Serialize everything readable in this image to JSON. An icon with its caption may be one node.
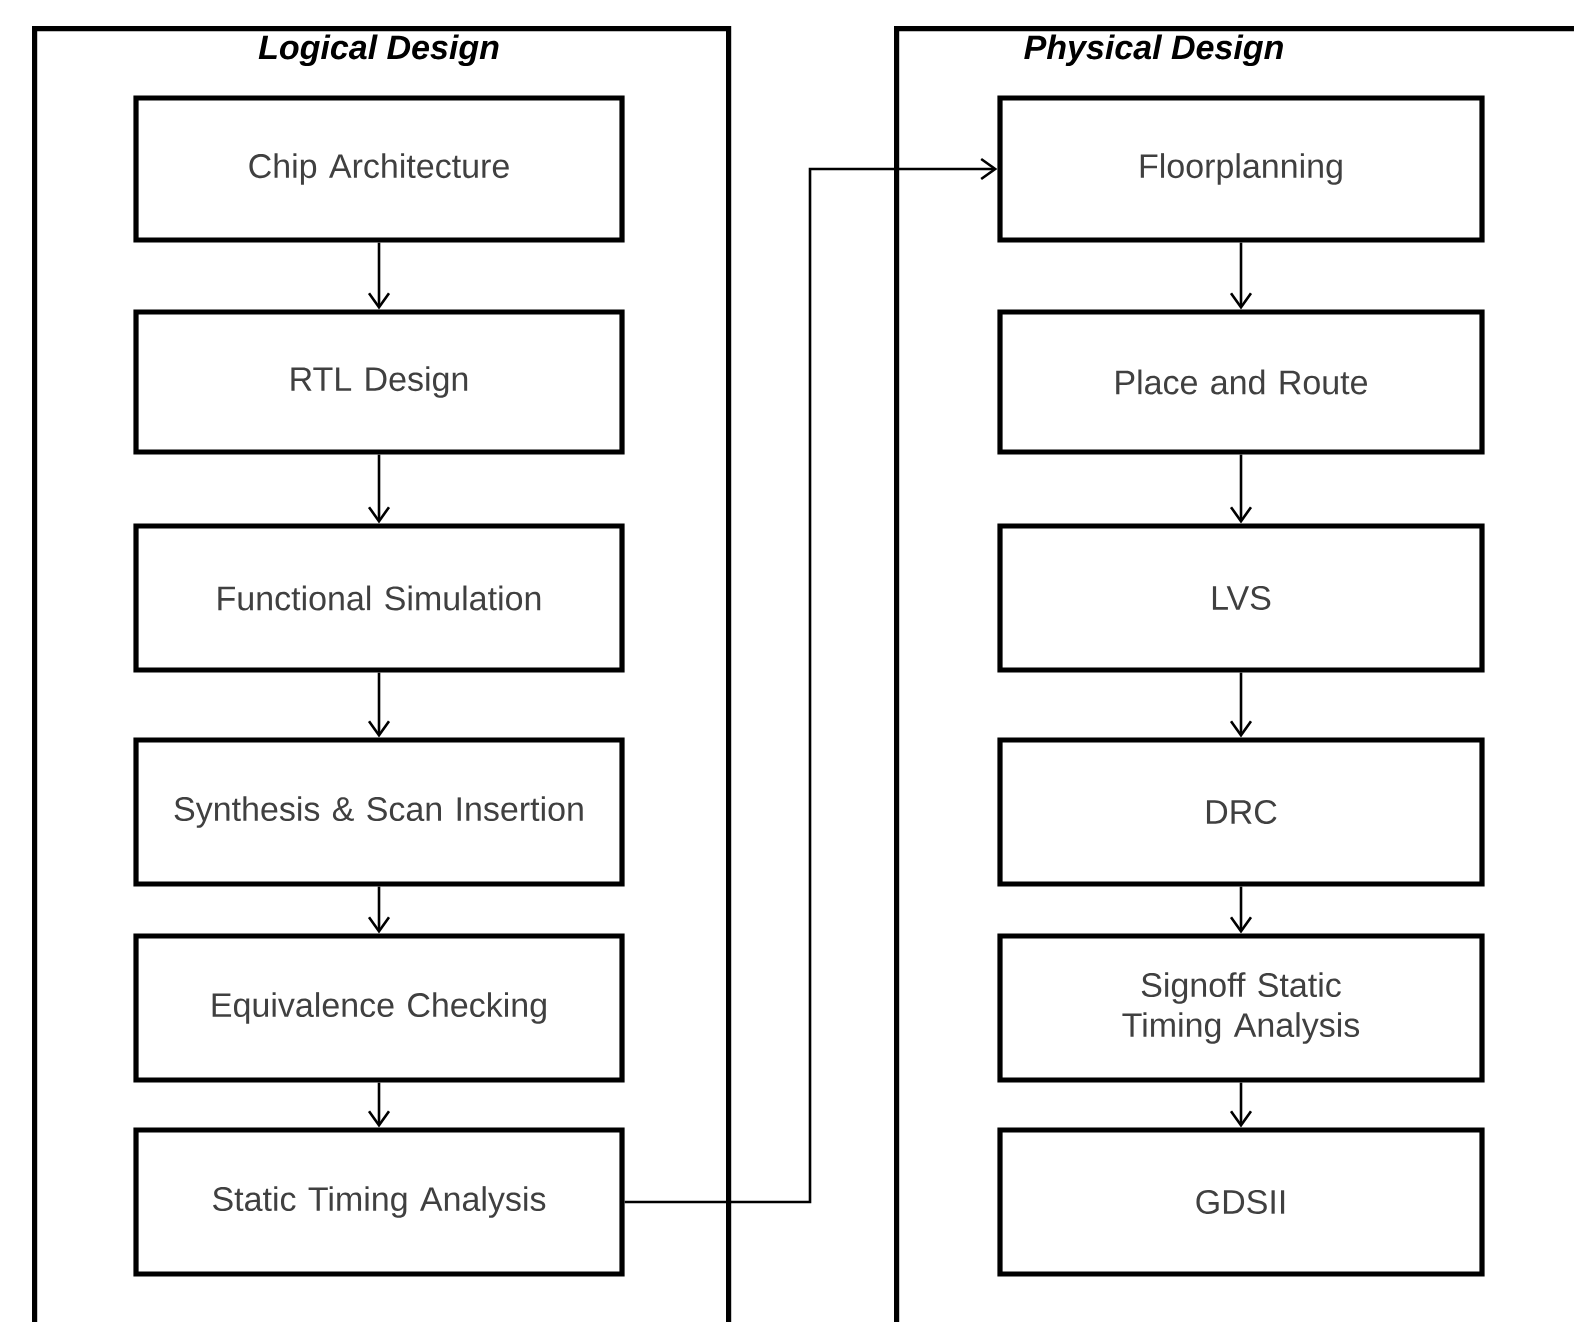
{
  "diagram": {
    "nodes": [
      {
        "text": [
          "Logical Design"
        ]
      },
      {
        "text": [
          "Chip Architecture"
        ],
        "in": 0
      },
      {
        "text": [
          "RTL Design"
        ],
        "in": 0
      },
      {
        "text": [
          "Functional Simulation"
        ],
        "in": 0
      },
      {
        "text": [
          "Synthesis & Scan Insertion"
        ],
        "in": 0
      },
      {
        "text": [
          "Equivalence Checking"
        ],
        "in": 0
      },
      {
        "text": [
          "Static Timing Analysis"
        ],
        "in": 0
      },
      {
        "text": [
          "Physical Design"
        ]
      },
      {
        "text": [
          "Floorplanning"
        ],
        "in": 7
      },
      {
        "text": [
          "Place and Route"
        ],
        "in": 7
      },
      {
        "text": [
          "LVS"
        ],
        "in": 7
      },
      {
        "text": [
          "DRC"
        ],
        "in": 7
      },
      {
        "text": [
          "Signoff Static Timing Analysis"
        ],
        "in": 7
      },
      {
        "text": [
          "GDSII"
        ],
        "in": 7
      }
    ],
    "edges": [
      {
        "from": 1,
        "to": 2,
        "arrow": "to"
      },
      {
        "from": 2,
        "to": 3,
        "arrow": "to"
      },
      {
        "from": 3,
        "to": 4,
        "arrow": "to"
      },
      {
        "from": 4,
        "to": 5,
        "arrow": "to"
      },
      {
        "from": 5,
        "to": 6,
        "arrow": "to"
      },
      {
        "from": 6,
        "to": 8,
        "arrow": "to"
      },
      {
        "from": 8,
        "to": 9,
        "arrow": "to"
      },
      {
        "from": 9,
        "to": 10,
        "arrow": "to"
      },
      {
        "from": 10,
        "to": 11,
        "arrow": "to"
      },
      {
        "from": 11,
        "to": 12,
        "arrow": "to"
      },
      {
        "from": 12,
        "to": 13,
        "arrow": "to"
      }
    ]
  }
}
